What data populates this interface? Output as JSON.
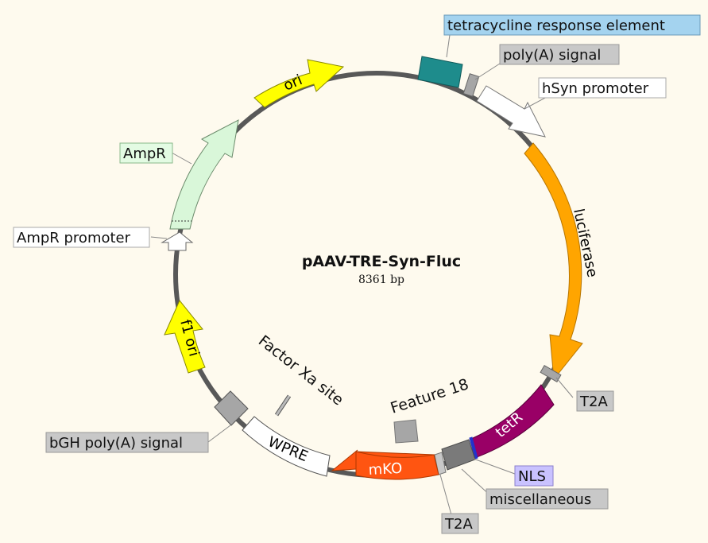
{
  "plasmid": {
    "name": "pAAV-TRE-Syn-Fluc",
    "length": "8361 bp"
  },
  "features": {
    "tre": "tetracycline response element",
    "polyA": "poly(A) signal",
    "hsyn": "hSyn promoter",
    "luciferase": "luciferase",
    "t2a_top": "T2A",
    "tetr": "tetR",
    "nls": "NLS",
    "misc": "miscellaneous",
    "t2a_bottom": "T2A",
    "mko": "mKO",
    "wpre": "WPRE",
    "bgh": "bGH poly(A) signal",
    "f1ori": "f1 ori",
    "ampr_promoter": "AmpR promoter",
    "ampr": "AmpR",
    "ori": "ori",
    "factor_xa": "Factor Xa site",
    "feature18": "Feature 18"
  },
  "colors": {
    "background": "#fefaee",
    "backbone": "#585858",
    "ori": "#ffff00",
    "ampr": "#d9f7d9",
    "luciferase": "#ffa500",
    "tetr": "#990066",
    "mko": "#ff5511",
    "tre": "#1e8c8c",
    "grey_feature": "#a6a6a6",
    "white_feature": "#ffffff",
    "label_tre": "#a4d3ef",
    "label_ampr": "#e3fbe3",
    "label_nls": "#c9c2ff",
    "label_grey": "#c8c8c8"
  }
}
